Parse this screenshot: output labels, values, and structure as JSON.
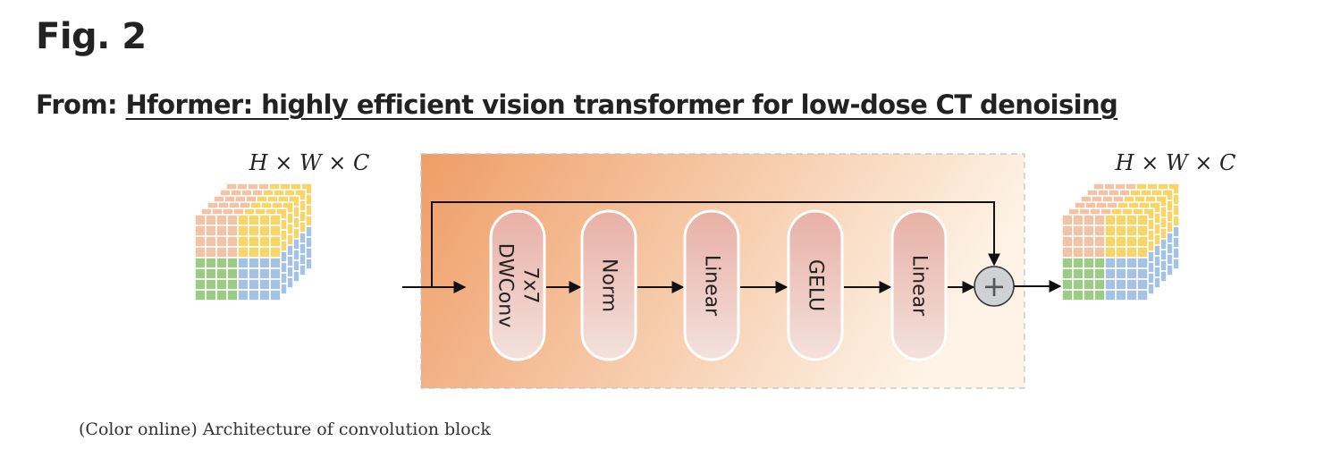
{
  "figure": {
    "label": "Fig. 2",
    "from_prefix": "From:",
    "source_title": "Hformer: highly efficient vision transformer for low-dose CT denoising",
    "caption": "(Color online) Architecture of convolution block"
  },
  "diagram": {
    "input_dims": "H × W × C",
    "output_dims": "H × W × C",
    "blocks": [
      {
        "line1": "7x7",
        "line2": "DWConv"
      },
      {
        "line1": "Norm",
        "line2": ""
      },
      {
        "line1": "Linear",
        "line2": ""
      },
      {
        "line1": "GELU",
        "line2": ""
      },
      {
        "line1": "Linear",
        "line2": ""
      }
    ],
    "add_op": "+",
    "colors": {
      "quadrant_top_left": "#f4c2a4",
      "quadrant_top_right": "#f8d566",
      "quadrant_bottom_left": "#9ccb86",
      "quadrant_bottom_right": "#a4c2e6",
      "panel_gradient_start": "#ef9d66",
      "panel_gradient_end": "#fdf3e6",
      "block_fill_top": "#e8b0a6",
      "block_fill_bottom": "#f4e1dc"
    }
  }
}
